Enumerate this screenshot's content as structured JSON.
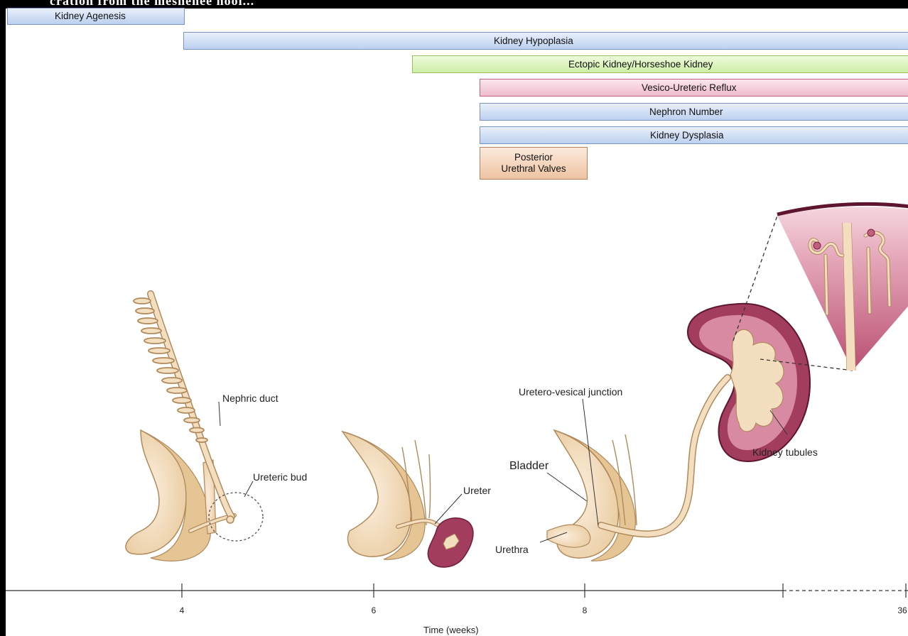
{
  "header_fragment": "cration from the mesnenee nooi...",
  "bars": {
    "kidney_agenesis": "Kidney Agenesis",
    "kidney_hypoplasia": "Kidney Hypoplasia",
    "ectopic_kidney": "Ectopic Kidney/Horseshoe Kidney",
    "vesico_ureteric_reflux": "Vesico-Ureteric Reflux",
    "nephron_number": "Nephron Number",
    "kidney_dysplasia": "Kidney Dysplasia",
    "posterior_urethral_valves_line1": "Posterior",
    "posterior_urethral_valves_line2": "Urethral Valves"
  },
  "labels": {
    "nephric_duct": "Nephric duct",
    "ureteric_bud": "Ureteric bud",
    "ureter": "Ureter",
    "uretero_vesical_junction": "Uretero-vesical junction",
    "bladder": "Bladder",
    "urethra": "Urethra",
    "kidney_tubules": "Kidney tubules"
  },
  "axis": {
    "ticks": [
      "4",
      "6",
      "8",
      "36"
    ],
    "title": "Time (weeks)"
  },
  "colors": {
    "tissue": "#f1dcb8",
    "tissue_stroke": "#b08a5c",
    "kidney": "#a33d5e",
    "kidney_light": "#d98aa3",
    "blue_bar": "#bcd0ef",
    "green_bar": "#cdeea5",
    "pink_bar": "#f0bccd",
    "orange_bar": "#efc4a3"
  }
}
